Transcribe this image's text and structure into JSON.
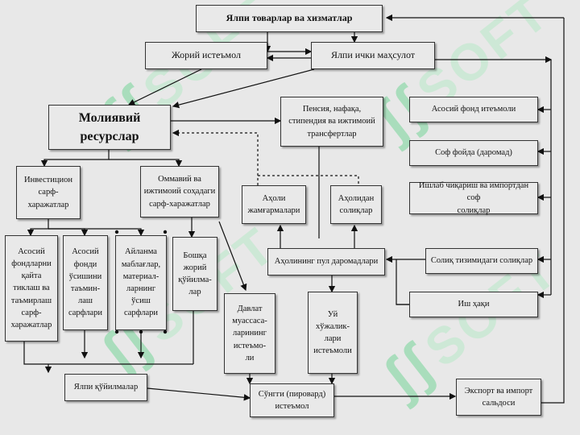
{
  "watermark": {
    "text": "SOFT"
  },
  "nodes": {
    "gdp": "Ялпи товарлар ва хизматлар",
    "current_consumption": "Жорий истеъмол",
    "gross_domestic_product": "Ялпи ички маҳсулот",
    "financial_resources": "Молиявий ресурслар",
    "investment_spending": "Инвестицион\nсарф-\nхаражатлар",
    "public_social_spending": "Оммавий ва\nижтимоий соҳадаги\nсарф-харажатлар",
    "pensions_transfers": "Пенсия, нафақа,\nстипендия ва ижтимоий\nтрансфертлар",
    "depreciation": "Асосий фонд итеъмоли",
    "net_profit": "Соф фойда (даромад)",
    "net_taxes_production": "Ишлаб чиқариш ва импортдан соф\nсолиқлар",
    "population_savings": "Аҳоли\nжамғармалари",
    "population_taxes": "Аҳолидан\nсолиқлар",
    "population_income": "Аҳолининг пул даромадлари",
    "tax_system_taxes": "Солиқ тизимидаги солиқлар",
    "wages": "Иш ҳақи",
    "fixed_assets_renovation": "Асосий\nфондларни\nқайта\nтиклаш ва\nтаъмирлаш\nсарф-\nхаражатлар",
    "fixed_assets_growth": "Асосий\nфонди\nўсишини\nтаъмин-\nлаш\nсарфлари",
    "working_capital_growth": "Айланма\nмаблағлар,\nматериал-\nларнинг\nўсиш\nсарфлари",
    "other_current_investment": "Бошқа\nжорий\nқўйилма-\nлар",
    "state_consumption": "Давлат\nмуассаса-\nларининг\nистеъмо-\nли",
    "household_consumption": "Уй\nхўжалик-\nлари\nистеъмоли",
    "gross_investment": "Ялпи қўйилмалар",
    "final_consumption": "Сўнгги (пировард)\nистеъмол",
    "net_exports": "Экспорт ва импорт\nсальдоси"
  }
}
